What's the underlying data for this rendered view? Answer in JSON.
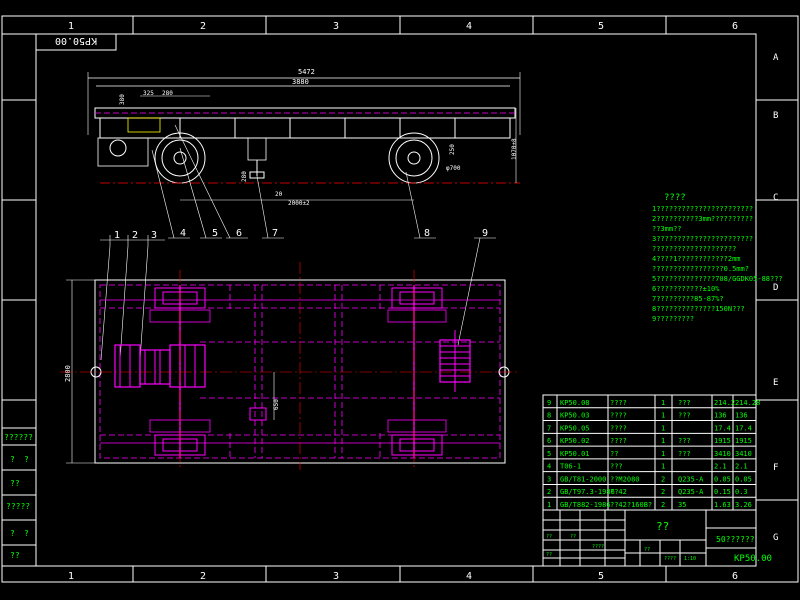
{
  "drawing_number_mirrored": "KP50.00",
  "drawing_number": "KP50.00",
  "title": "50??????",
  "title_cell": "??",
  "grid": {
    "columns": [
      "1",
      "2",
      "3",
      "4",
      "5",
      "6"
    ],
    "rows": [
      "A",
      "B",
      "C",
      "D",
      "E",
      "F",
      "G"
    ]
  },
  "dimensions": {
    "overall_length": "5472",
    "wheelbase_frame": "3880",
    "overall_height": "1070±8",
    "d325": "325",
    "d280": "280",
    "d380": "380",
    "d250": "250",
    "wheel_dia": "φ700",
    "rail_gauge": "2000±2",
    "d20": "20",
    "d280b": "280",
    "width": "2800",
    "d650": "650"
  },
  "balloons": [
    "1",
    "2",
    "3",
    "4",
    "5",
    "6",
    "7",
    "8",
    "9"
  ],
  "notes": {
    "heading": "????",
    "lines": [
      "1???????????????????????",
      "2??????????3mm??????????",
      "  ??3mm??",
      "3???????????????????????",
      "  ????????????????????",
      "4????1????????????2mm",
      "  ?????????????????0.5mm?",
      "5??????????????708/GGDK05-88???",
      "6???????????±10%",
      "7?????????85-87%?",
      "8??????????????150N???",
      "9?????????"
    ]
  },
  "parts_list": [
    {
      "no": "9",
      "code": "KP50.08",
      "name": "????",
      "qty": "1",
      "mat": "???",
      "w1": "214.2",
      "w2": "214.28"
    },
    {
      "no": "8",
      "code": "KP50.03",
      "name": "????",
      "qty": "1",
      "mat": "???",
      "w1": "136",
      "w2": "136"
    },
    {
      "no": "7",
      "code": "KP50.05",
      "name": "????",
      "qty": "1",
      "mat": "",
      "w1": "17.4",
      "w2": "17.4"
    },
    {
      "no": "6",
      "code": "KP50.02",
      "name": "????",
      "qty": "1",
      "mat": "???",
      "w1": "1915",
      "w2": "1915"
    },
    {
      "no": "5",
      "code": "KP50.01",
      "name": "??",
      "qty": "1",
      "mat": "???",
      "w1": "3410",
      "w2": "3410"
    },
    {
      "no": "4",
      "code": "T06-1",
      "name": "???",
      "qty": "1",
      "mat": "",
      "w1": "2.1",
      "w2": "2.1"
    },
    {
      "no": "3",
      "code": "GB/T81-2000",
      "name": "??M2080",
      "qty": "2",
      "mat": "Q235-A",
      "w1": "0.05",
      "w2": "0.05"
    },
    {
      "no": "2",
      "code": "GB/T97.3-1986",
      "name": "??42",
      "qty": "2",
      "mat": "Q235-A",
      "w1": "0.15",
      "w2": "0.3"
    },
    {
      "no": "1",
      "code": "GB/T882-1986",
      "name": "??42?160B?",
      "qty": "2",
      "mat": "35",
      "w1": "1.63",
      "w2": "3.26"
    }
  ],
  "title_block": {
    "cells": [
      "??",
      "??",
      "????",
      "??",
      "1:10",
      "????",
      "??"
    ]
  },
  "side_marks": [
    "??????",
    "?",
    "?",
    "??",
    "?????",
    "?",
    "?",
    "??"
  ],
  "colors": {
    "background": "#000000",
    "frame": "#ffffff",
    "dim": "#00ff00",
    "part": "#ff00ff",
    "centerline": "#ff0000",
    "label": "#00ff00"
  }
}
